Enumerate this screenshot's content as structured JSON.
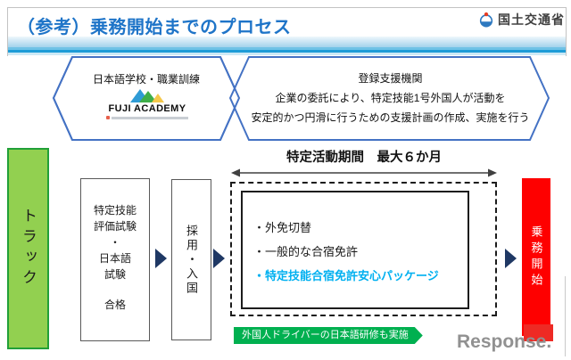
{
  "page": {
    "title": "（参考）乗務開始までのプロセス"
  },
  "ministry": {
    "name": "国土交通省"
  },
  "banner_school": {
    "label": "日本語学校・職業訓練",
    "logo": "FUJI ACADEMY"
  },
  "banner_support": {
    "line1": "登録支援機関",
    "line2": "企業の委託により、特定技能1号外国人が活動を",
    "line3": "安定的かつ円滑に行うための支援計画の作成、実施を行う"
  },
  "flow": {
    "category": "トラック",
    "exam": {
      "lines": [
        "特定技能",
        "評価試験",
        "・",
        "日本語",
        "試験"
      ],
      "result": "合格"
    },
    "hiring": "採用・入国",
    "period": "特定活動期間　最大６か月",
    "license_options": [
      "・外免切替",
      "・一般的な合宿免許",
      "・特定技能合宿免許安心パッケージ"
    ],
    "start": "乗務開始",
    "note": "外国人ドライバーの日本語研修も実施"
  },
  "watermark": {
    "text": "Response."
  },
  "colors": {
    "title_blue": "#1e74c8",
    "hex_border": "#4472c4",
    "arrow_navy": "#1f3864",
    "track_green_fill": "#92d050",
    "track_green_border": "#21a038",
    "start_red": "#fe0000",
    "note_green": "#00b050",
    "option_blue": "#00b0f0",
    "accent_cyan": "#1e9cd7"
  }
}
